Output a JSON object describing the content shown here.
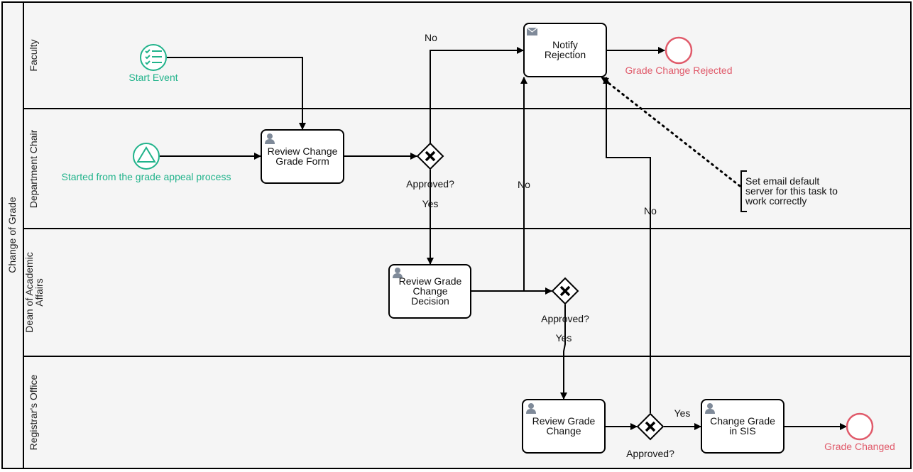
{
  "pool": {
    "label": "Change of Grade"
  },
  "lanes": {
    "faculty": "Faculty",
    "chair": "Department Chair",
    "dean_line1": "Dean of Academic",
    "dean_line2": "Affairs",
    "registrar": "Registrar's Office"
  },
  "events": {
    "start_event": "Start Event",
    "started_appeal": "Started from the grade appeal process",
    "end_rejected": "Grade Change Rejected",
    "end_changed": "Grade Changed"
  },
  "tasks": {
    "review_form": [
      "Review Change",
      "Grade Form"
    ],
    "notify": [
      "Notify",
      "Rejection"
    ],
    "review_decision": [
      "Review Grade",
      "Change",
      "Decision"
    ],
    "review_change": [
      "Review Grade",
      "Change"
    ],
    "change_sis": [
      "Change Grade",
      "in SIS"
    ]
  },
  "gateways": {
    "chair_approved": "Approved?",
    "dean_approved": "Approved?",
    "registrar_approved": "Approved?"
  },
  "edge_labels": {
    "chair_no": "No",
    "chair_yes": "Yes",
    "dean_no": "No",
    "dean_yes": "Yes",
    "registrar_no": "No",
    "registrar_yes": "Yes"
  },
  "annotation": [
    "Set email default",
    "server for this task to",
    "work correctly"
  ],
  "colors": {
    "start": "#21b38b",
    "end": "#e05a6a",
    "lane_bg": "#f5f5f5",
    "icon": "#7f8a99"
  }
}
